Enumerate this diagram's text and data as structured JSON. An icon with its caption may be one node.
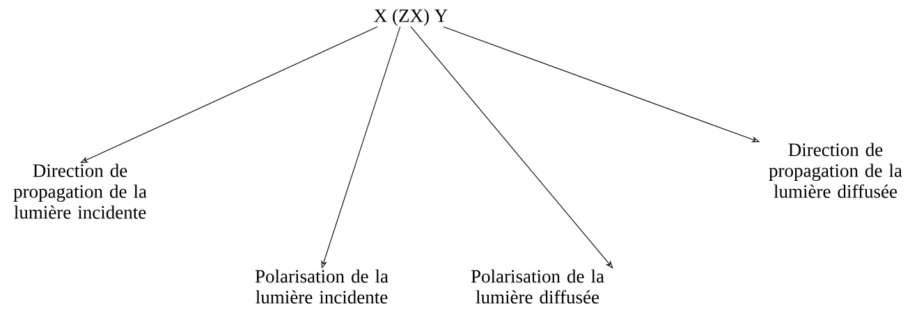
{
  "diagram": {
    "nodes": [
      {
        "text": [
          "X (ZX) Y"
        ]
      },
      {
        "text": [
          "Direction de propagation de la lumière incidente"
        ]
      },
      {
        "text": [
          "Polarisation de la lumière incidente"
        ]
      },
      {
        "text": [
          "Polarisation de la lumière diffusée"
        ]
      },
      {
        "text": [
          "Direction de propagation de la lumière diffusée"
        ]
      }
    ],
    "edges": [
      {
        "from": 0,
        "to": 1,
        "arrow": "to"
      },
      {
        "from": 0,
        "to": 2,
        "arrow": "to"
      },
      {
        "from": 0,
        "to": 3,
        "arrow": "to"
      },
      {
        "from": 0,
        "to": 4,
        "arrow": "to"
      }
    ]
  }
}
